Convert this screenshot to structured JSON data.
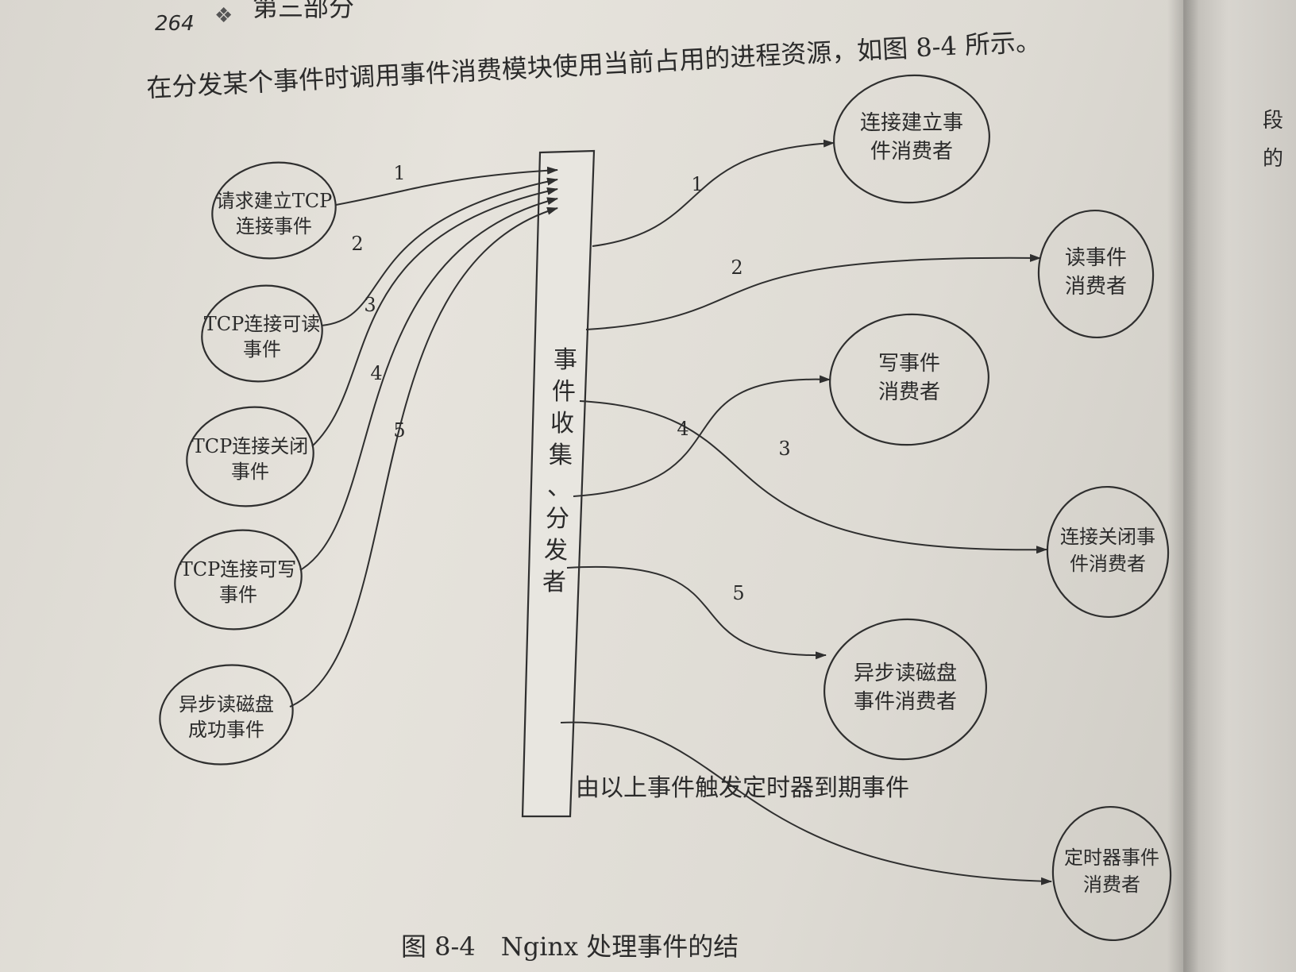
{
  "header": {
    "page_number": "264",
    "section": "第三部分",
    "line1": "在分发某个事件时调用事件消费模块使用当前占用的进程资源，如图 8-4 所示。"
  },
  "collector": {
    "label_chars": [
      "事",
      "件",
      "收",
      "集",
      "、",
      "分",
      "发",
      "者"
    ]
  },
  "sources": [
    {
      "lines": [
        "请求建立TCP",
        "连接事件"
      ],
      "number": "1"
    },
    {
      "lines": [
        "TCP连接可读",
        "事件"
      ],
      "number": "2"
    },
    {
      "lines": [
        "TCP连接关闭",
        "事件"
      ],
      "number": "3"
    },
    {
      "lines": [
        "TCP连接可写",
        "事件"
      ],
      "number": "4"
    },
    {
      "lines": [
        "异步读磁盘",
        "成功事件"
      ],
      "number": "5"
    }
  ],
  "consumers": [
    {
      "lines": [
        "连接建立事",
        "件消费者"
      ],
      "number": "1"
    },
    {
      "lines": [
        "读事件",
        "消费者"
      ],
      "number": "2"
    },
    {
      "lines": [
        "写事件",
        "消费者"
      ],
      "number": "4"
    },
    {
      "lines": [
        "连接关闭事",
        "件消费者"
      ],
      "number": "3"
    },
    {
      "lines": [
        "异步读磁盘",
        "事件消费者"
      ],
      "number": "5"
    },
    {
      "lines": [
        "定时器事件",
        "消费者"
      ],
      "number": ""
    }
  ],
  "timer_note": "由以上事件触发定时器到期事件",
  "caption": "图 8-4　Nginx 处理事件的结",
  "side_text": [
    "段",
    "的"
  ],
  "colors": {
    "ink": "#2f2f2f",
    "paper": "#e4e1da"
  }
}
